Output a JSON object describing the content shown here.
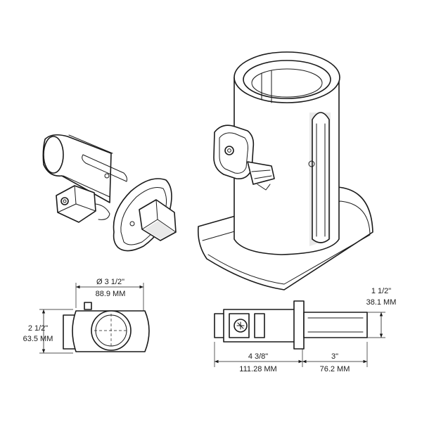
{
  "dimensions": {
    "flange_diameter_in": "Ø 3 1/2\"",
    "flange_diameter_mm": "88.9 MM",
    "flange_height_in": "2 1/2\"",
    "flange_height_mm": "63.5 MM",
    "square_width_in": "1 1/2\"",
    "square_width_mm": "38.1 MM",
    "body_length_in": "4 3/8\"",
    "body_length_mm": "111.28 MM",
    "square_length_in": "3\"",
    "square_length_mm": "76.2 MM"
  },
  "colors": {
    "line": "#1a1a1a",
    "background": "#ffffff",
    "shade": "#e9e9e9"
  }
}
